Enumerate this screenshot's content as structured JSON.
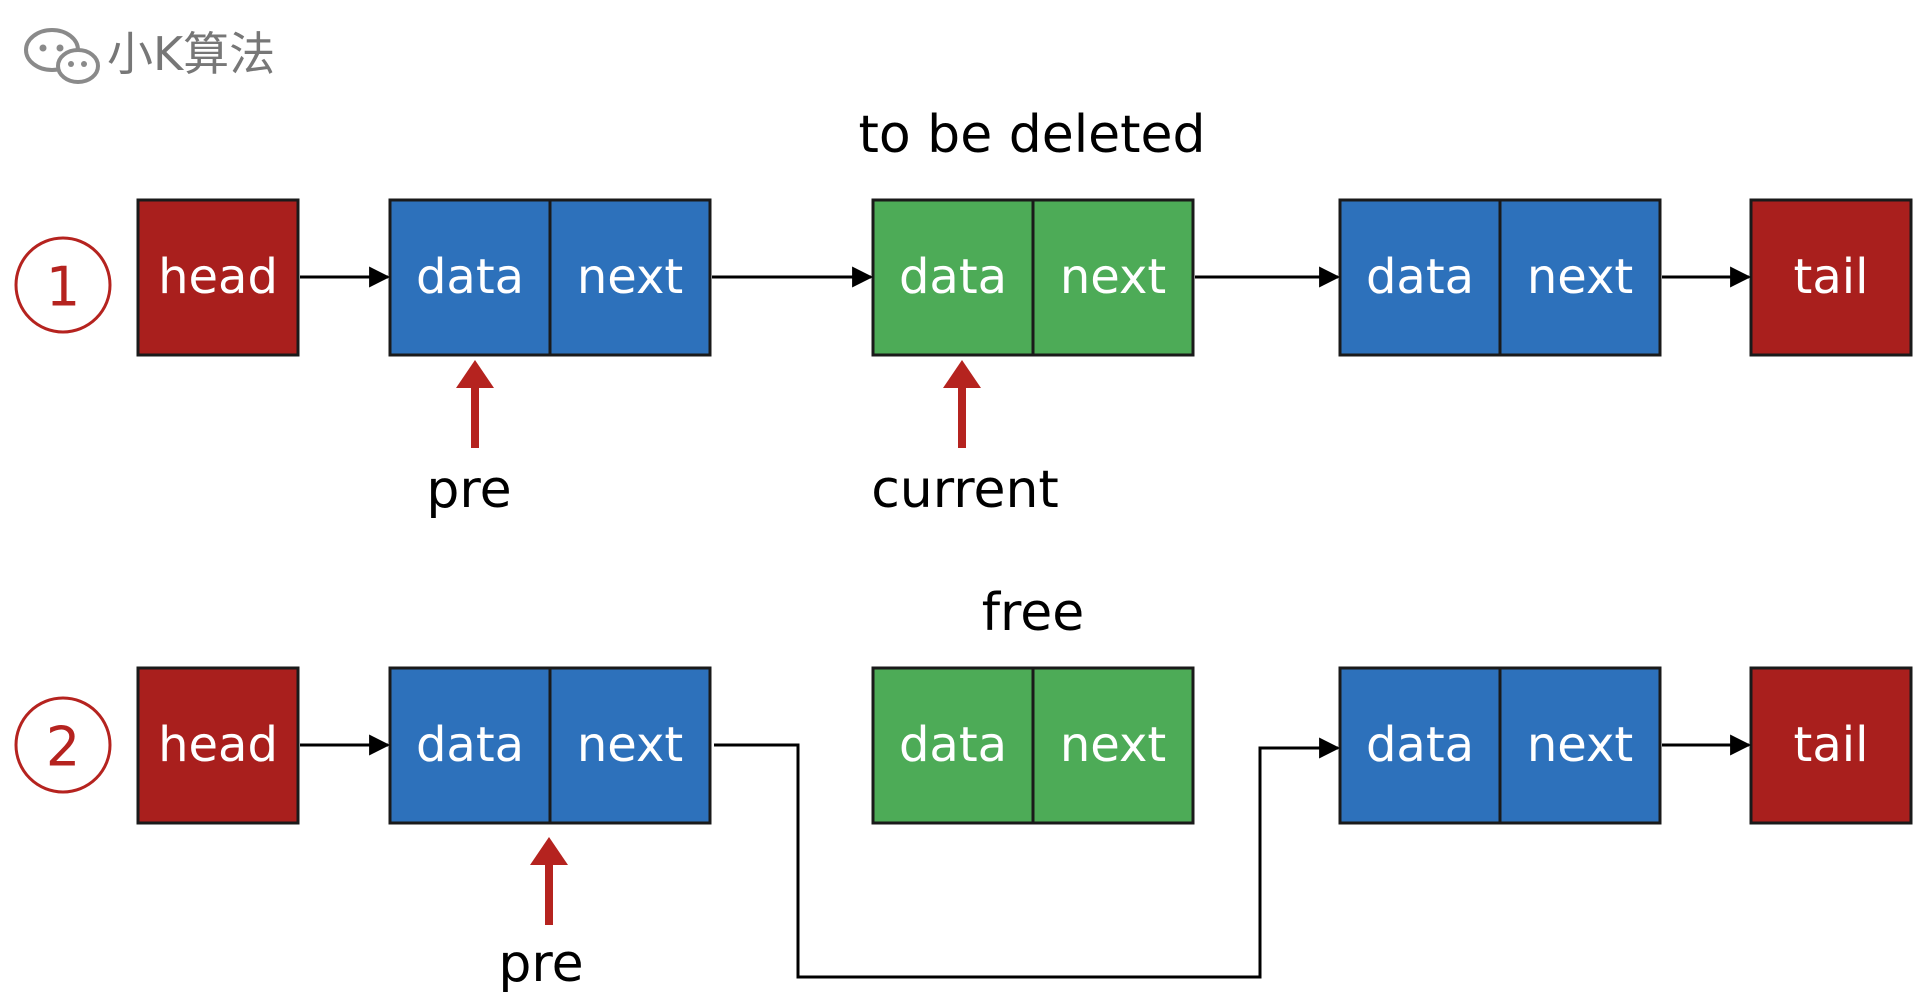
{
  "brand": {
    "name": "小K算法",
    "icon": "wechat-icon"
  },
  "colors": {
    "terminal": "#a91f1d",
    "node": "#2d71bb",
    "target": "#4dab57",
    "pointer_arrow": "#b5231f",
    "link": "#000000",
    "border": "#1a1a1a"
  },
  "steps": [
    {
      "number": "1",
      "head_label": "head",
      "tail_label": "tail",
      "nodes": [
        {
          "data": "data",
          "next": "next",
          "role": "normal"
        },
        {
          "data": "data",
          "next": "next",
          "role": "target"
        },
        {
          "data": "data",
          "next": "next",
          "role": "normal"
        }
      ],
      "target_caption": "to be deleted",
      "pointers": [
        {
          "label": "pre",
          "node_index": 0
        },
        {
          "label": "current",
          "node_index": 1
        }
      ]
    },
    {
      "number": "2",
      "head_label": "head",
      "tail_label": "tail",
      "nodes": [
        {
          "data": "data",
          "next": "next",
          "role": "normal"
        },
        {
          "data": "data",
          "next": "next",
          "role": "target"
        },
        {
          "data": "data",
          "next": "next",
          "role": "normal"
        }
      ],
      "target_caption": "free",
      "pointers": [
        {
          "label": "pre",
          "node_index": 0
        }
      ]
    }
  ]
}
